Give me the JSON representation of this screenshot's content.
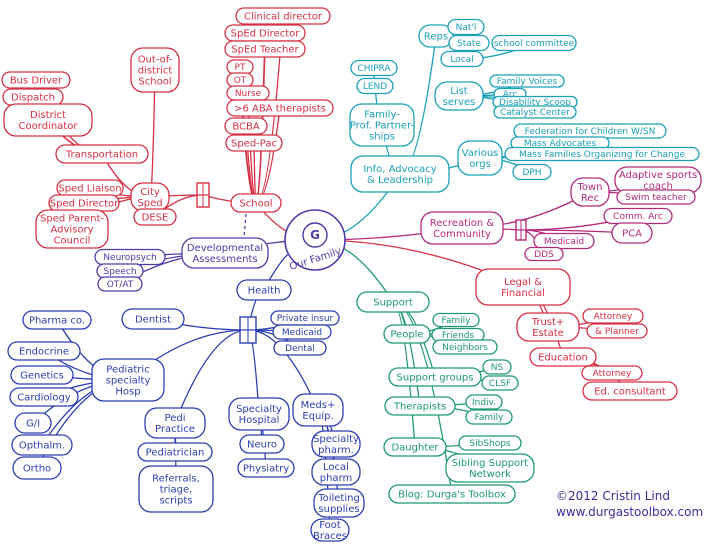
{
  "colors": {
    "red": "#d63044",
    "blue": "#2c3fb0",
    "cyan": "#1aa0b8",
    "magenta": "#b32a7c",
    "green": "#1e9a6e",
    "purple": "#4a3da8"
  },
  "center": {
    "initial": "G",
    "label": "Our Family"
  },
  "school": {
    "school": "School",
    "clinical_director": "Clinical director",
    "sped_director_staff": "SpEd Director",
    "sped_teacher": "SpEd Teacher",
    "pt": "PT",
    "ot": "OT",
    "nurse": "Nurse",
    "aba": ">6 ABA therapists",
    "bcba": "BCBA",
    "sped_pac": "Sped-Pac",
    "out_of_district": "Out-of-\ndistrict\nSchool",
    "city_sped": "City\nSped",
    "dese": "DESE",
    "transportation": "Transportation",
    "bus_driver": "Bus Driver",
    "dispatch": "Dispatch",
    "district_coordinator": "District\nCoordinator",
    "sped_liaison": "Sped Liaison",
    "sped_director": "Sped Director",
    "sped_parent": "Sped Parent-\nAdvisory\nCouncil"
  },
  "developmental": {
    "assessments": "Developmental\nAssessments",
    "neuropsych": "Neuropsych",
    "speech": "Speech",
    "ot_at": "OT/AT"
  },
  "health": {
    "health": "Health",
    "dentist": "Dentist",
    "private_insur": "Private insur",
    "medicaid": "Medicaid",
    "dental": "Dental",
    "ped_hosp": "Pediatric\nspecialty\nHosp",
    "pharma": "Pharma co.",
    "endocrine": "Endocrine",
    "genetics": "Genetics",
    "cardiology": "Cardiology",
    "gi": "G/I",
    "opthalm": "Opthalm.",
    "ortho": "Ortho",
    "pedi_practice": "Pedi\nPractice",
    "pediatrician": "Pediatrician",
    "referrals": "Referrals,\ntriage,\nscripts",
    "specialty_hospital": "Specialty\nHospital",
    "neuro": "Neuro",
    "physiatry": "Physiatry",
    "meds": "Meds+\nEquip.",
    "specialty_pharm": "Specialty\npharm.",
    "local_pharm": "Local\npharm",
    "toileting": "Toileting\nsupplies",
    "foot_braces": "Foot\nBraces"
  },
  "advocacy": {
    "info": "Info, Advocacy\n& Leadership",
    "reps": "Reps",
    "natl": "Nat'l",
    "state": "State",
    "local": "Local",
    "school_committee": "school committee",
    "chipra": "CHIPRA",
    "lend": "LEND",
    "partnerships": "Family-\nProf. Partner-\nships",
    "list_serves": "List\nserves",
    "family_voices": "Family Voices",
    "arc": "Arc",
    "disability_scoop": "Disability Scoop",
    "catalyst": "Catalyst Center",
    "various_orgs": "Various\norgs",
    "federation": "Federation for Children W/SN",
    "mass_advocates": "Mass Advocates",
    "mass_families": "Mass Families Organizing for Change",
    "dph": "DPH"
  },
  "recreation": {
    "recreation": "Recreation &\nCommunity",
    "town_rec": "Town\nRec",
    "adaptive": "Adaptive sports\ncoach",
    "swim": "Swim teacher",
    "comm_arc": "Comm. Arc",
    "pca": "PCA",
    "medicaid": "Medicaid",
    "dds": "DDS"
  },
  "legal": {
    "legal": "Legal &\nFinancial",
    "trust": "Trust+\nEstate",
    "attorney1": "Attorney",
    "planner": "& Planner",
    "education": "Education",
    "attorney2": "Attorney",
    "ed_consultant": "Ed. consultant"
  },
  "support": {
    "support": "Support",
    "people": "People",
    "family": "Family",
    "friends": "Friends",
    "neighbors": "Neighbors",
    "support_groups": "Support groups",
    "ns": "NS",
    "clsf": "CLSF",
    "therapists": "Therapists",
    "indiv": "Indiv.",
    "family_therapy": "Family",
    "daughter": "Daughter",
    "sibshops": "SibShops",
    "sibling_network": "Sibling Support\nNetwork",
    "blog": "Blog: Durga's Toolbox"
  },
  "credit": {
    "copyright": "©2012 Cristin Lind",
    "url": "www.durgastoolbox.com"
  }
}
